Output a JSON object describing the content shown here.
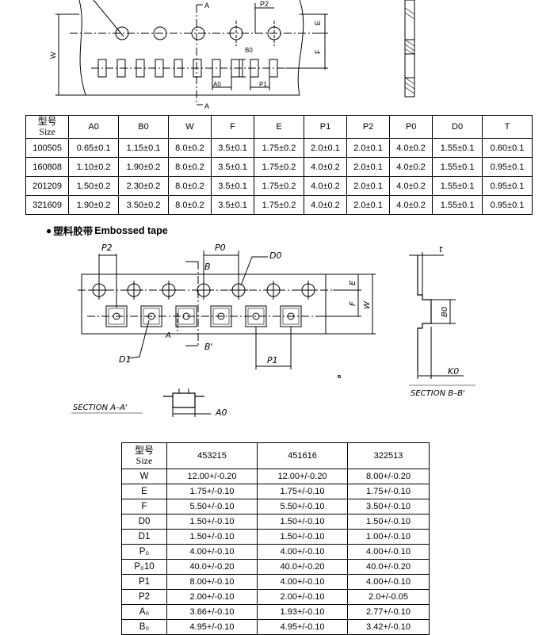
{
  "top_drawing": {
    "labels": {
      "section_a_top": "A",
      "section_a_bottom": "A",
      "p2": "P2",
      "e": "E",
      "f": "F",
      "w": "W",
      "b0": "B0",
      "a0": "A0",
      "p1": "P1"
    }
  },
  "paper_table": {
    "size_header": [
      "型号",
      "Size"
    ],
    "columns": [
      "A0",
      "B0",
      "W",
      "F",
      "E",
      "P1",
      "P2",
      "P0",
      "D0",
      "T"
    ],
    "rows": [
      {
        "size": "100505",
        "values": [
          "0.65±0.1",
          "1.15±0.1",
          "8.0±0.2",
          "3.5±0.1",
          "1.75±0.2",
          "2.0±0.1",
          "2.0±0.1",
          "4.0±0.2",
          "1.55±0.1",
          "0.60±0.1"
        ]
      },
      {
        "size": "160808",
        "values": [
          "1.10±0.2",
          "1.90±0.2",
          "8.0±0.2",
          "3.5±0.1",
          "1.75±0.2",
          "4.0±0.2",
          "2.0±0.1",
          "4.0±0.2",
          "1.55±0.1",
          "0.95±0.1"
        ]
      },
      {
        "size": "201209",
        "values": [
          "1.50±0.2",
          "2.30±0.2",
          "8.0±0.2",
          "3.5±0.1",
          "1.75±0.2",
          "4.0±0.2",
          "2.0±0.1",
          "4.0±0.2",
          "1.55±0.1",
          "0.95±0.1"
        ]
      },
      {
        "size": "321609",
        "values": [
          "1.90±0.2",
          "3.50±0.2",
          "8.0±0.2",
          "3.5±0.1",
          "1.75±0.2",
          "4.0±0.2",
          "2.0±0.1",
          "4.0±0.2",
          "1.55±0.1",
          "0.95±0.1"
        ]
      }
    ]
  },
  "embossed": {
    "bullet": "●",
    "title_cn": "塑料胶带",
    "title_en": "Embossed tape",
    "labels": {
      "p2": "P2",
      "p0": "P0",
      "d0": "D0",
      "t": "t",
      "b": "B",
      "e": "E",
      "f": "F",
      "w": "W",
      "b0": "B0",
      "a": "A",
      "b_prime": "B'",
      "d1": "D1",
      "p1": "P1",
      "k0": "K0",
      "section_bb": "SECTION  B–B'",
      "section_aa": "SECTION  A–A'",
      "a0": "A0"
    }
  },
  "emb_table": {
    "size_header": [
      "型号",
      "Size"
    ],
    "columns": [
      "453215",
      "451616",
      "322513"
    ],
    "rows": [
      {
        "label": "W",
        "values": [
          "12.00+/-0.20",
          "12.00+/-0.20",
          "8.00+/-0.20"
        ]
      },
      {
        "label": "E",
        "values": [
          "1.75+/-0.10",
          "1.75+/-0.10",
          "1.75+/-0.10"
        ]
      },
      {
        "label": "F",
        "values": [
          "5.50+/-0.10",
          "5.50+/-0.10",
          "3.50+/-0.10"
        ]
      },
      {
        "label": "D0",
        "values": [
          "1.50+/-0.10",
          "1.50+/-0.10",
          "1.50+/-0.10"
        ]
      },
      {
        "label": "D1",
        "values": [
          "1.50+/-0.10",
          "1.50+/-0.10",
          "1.00+/-0.10"
        ]
      },
      {
        "label": "P₀",
        "values": [
          "4.00+/-0.10",
          "4.00+/-0.10",
          "4.00+/-0.10"
        ]
      },
      {
        "label": "P₀10",
        "values": [
          "40.0+/-0.20",
          "40.0+/-0.20",
          "40.0+/-0.20"
        ]
      },
      {
        "label": "P1",
        "values": [
          "8.00+/-0.10",
          "4.00+/-0.10",
          "4.00+/-0.10"
        ]
      },
      {
        "label": "P2",
        "values": [
          "2.00+/-0.10",
          "2.00+/-0.10",
          "2.0+/-0.05"
        ]
      },
      {
        "label": "A₀",
        "values": [
          "3.66+/-0.10",
          "1.93+/-0.10",
          "2.77+/-0.10"
        ]
      },
      {
        "label": "B₀",
        "values": [
          "4.95+/-0.10",
          "4.95+/-0.10",
          "3.42+/-0.10"
        ]
      }
    ]
  }
}
